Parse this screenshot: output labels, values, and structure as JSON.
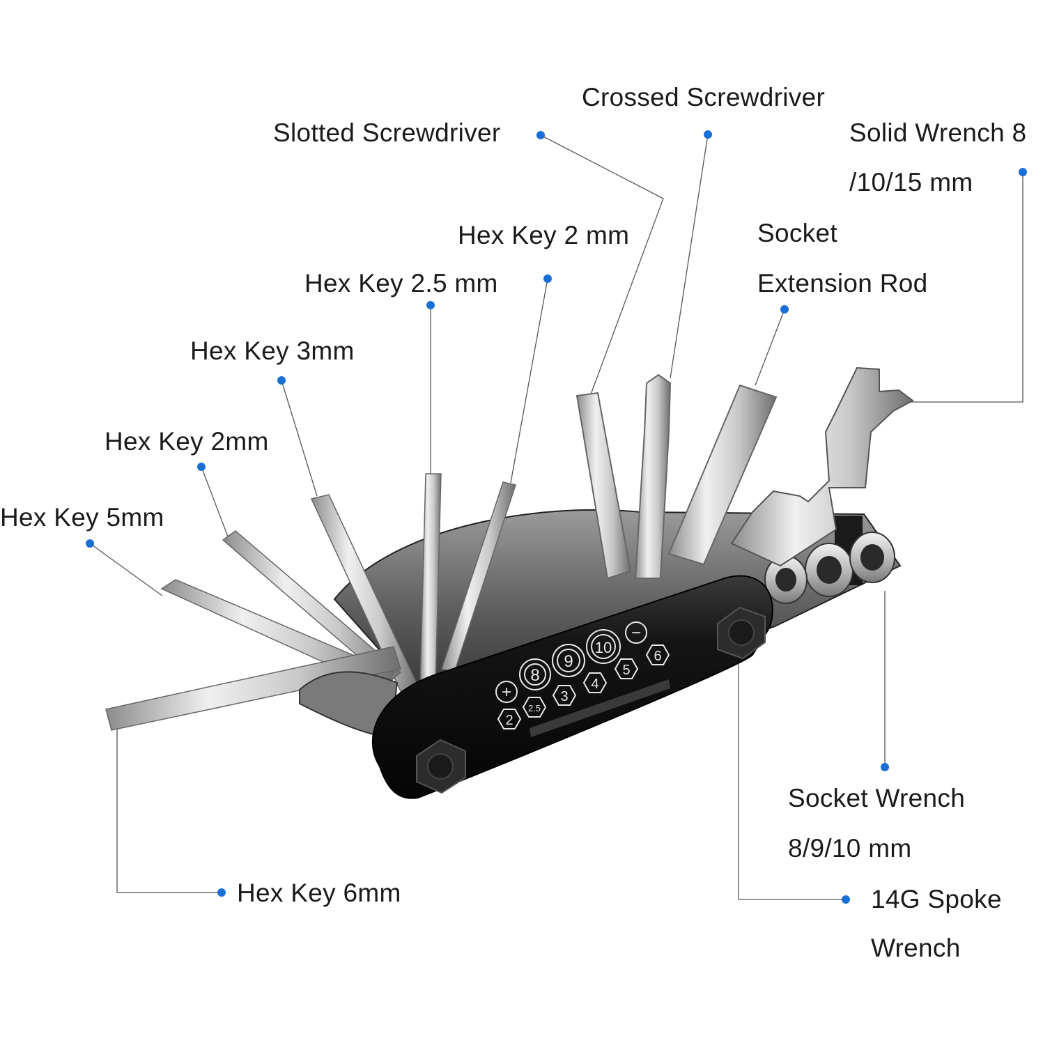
{
  "labels": {
    "slotted_screwdriver": "Slotted Screwdriver",
    "crossed_screwdriver": "Crossed Screwdriver",
    "solid_wrench_line1": "Solid Wrench 8",
    "solid_wrench_line2": "/10/15 mm",
    "hex_key_2_mm": "Hex Key 2 mm",
    "socket_ext_line1": "Socket",
    "socket_ext_line2": "Extension Rod",
    "hex_key_2_5_mm": "Hex Key 2.5 mm",
    "hex_key_3mm": "Hex Key 3mm",
    "hex_key_2mm": "Hex Key 2mm",
    "hex_key_5mm": "Hex Key 5mm",
    "hex_key_6mm": "Hex Key 6mm",
    "socket_wrench_line1": "Socket Wrench",
    "socket_wrench_line2": "8/9/10 mm",
    "spoke_wrench_line1": "14G Spoke",
    "spoke_wrench_line2": "Wrench"
  },
  "body_markings": {
    "plus": "+",
    "minus": "−",
    "s8": "8",
    "s9": "9",
    "s10": "10",
    "h2": "2",
    "h25": "2.5",
    "h3": "3",
    "h4": "4",
    "h5": "5",
    "h6": "6"
  },
  "colors": {
    "dot": "#1a6fd6",
    "leader": "#555555",
    "body": "#111111",
    "steel": "#c4c4c4"
  }
}
